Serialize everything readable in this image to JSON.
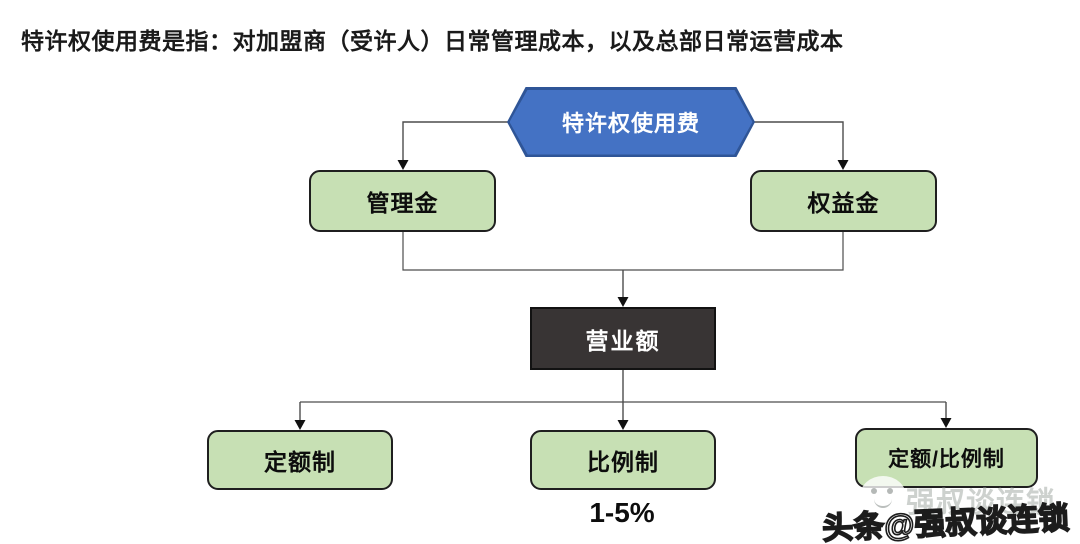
{
  "title": "特许权使用费是指：对加盟商（受许人）日常管理成本，以及总部日常运营成本",
  "diagram": {
    "root": {
      "label": "特许权使用费",
      "fill": "#4472C4",
      "border": "#2F5597",
      "text_color": "#FFFFFF",
      "shape": "hexagon"
    },
    "level1": [
      {
        "id": "management-fee",
        "label": "管理金"
      },
      {
        "id": "equity-fee",
        "label": "权益金"
      }
    ],
    "mid": {
      "label": "营业额",
      "fill": "#383434",
      "text_color": "#FFFFFF",
      "shape": "rectangle"
    },
    "level3": [
      {
        "id": "fixed-amount",
        "label": "定额制"
      },
      {
        "id": "proportional",
        "label": "比例制"
      },
      {
        "id": "fixed-or-proportional",
        "label": "定额/比例制"
      }
    ],
    "note": "1-5%",
    "green_fill": "#C7E0B4",
    "green_border": "#1F1F1F",
    "line_color": "#4D4D4D",
    "arrow_color": "#111111"
  },
  "watermark": {
    "logo_icon": "mascot-face-icon",
    "small_text": "强叔谈连锁",
    "main_text": "头条@强叔谈连锁"
  }
}
